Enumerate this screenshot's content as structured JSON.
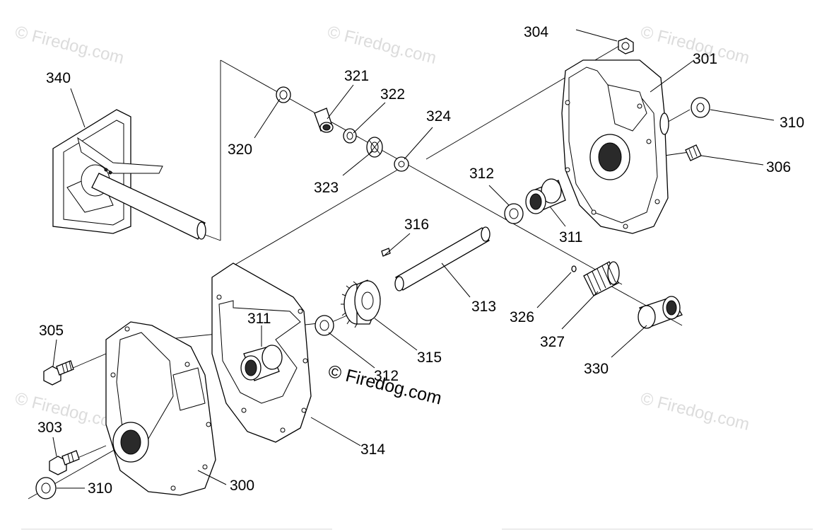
{
  "watermark": {
    "text": "© Firedog.com",
    "center_text": "© Firedog.com"
  },
  "callouts": {
    "c340": "340",
    "c320": "320",
    "c321": "321",
    "c322": "322",
    "c323": "323",
    "c324": "324",
    "c304": "304",
    "c301": "301",
    "c310_top": "310",
    "c306": "306",
    "c312_top": "312",
    "c311_top": "311",
    "c316": "316",
    "c313": "313",
    "c326": "326",
    "c327": "327",
    "c330": "330",
    "c315": "315",
    "c312_mid": "312",
    "c311_mid": "311",
    "c314": "314",
    "c305": "305",
    "c303": "303",
    "c310_bot": "310",
    "c300": "300"
  }
}
